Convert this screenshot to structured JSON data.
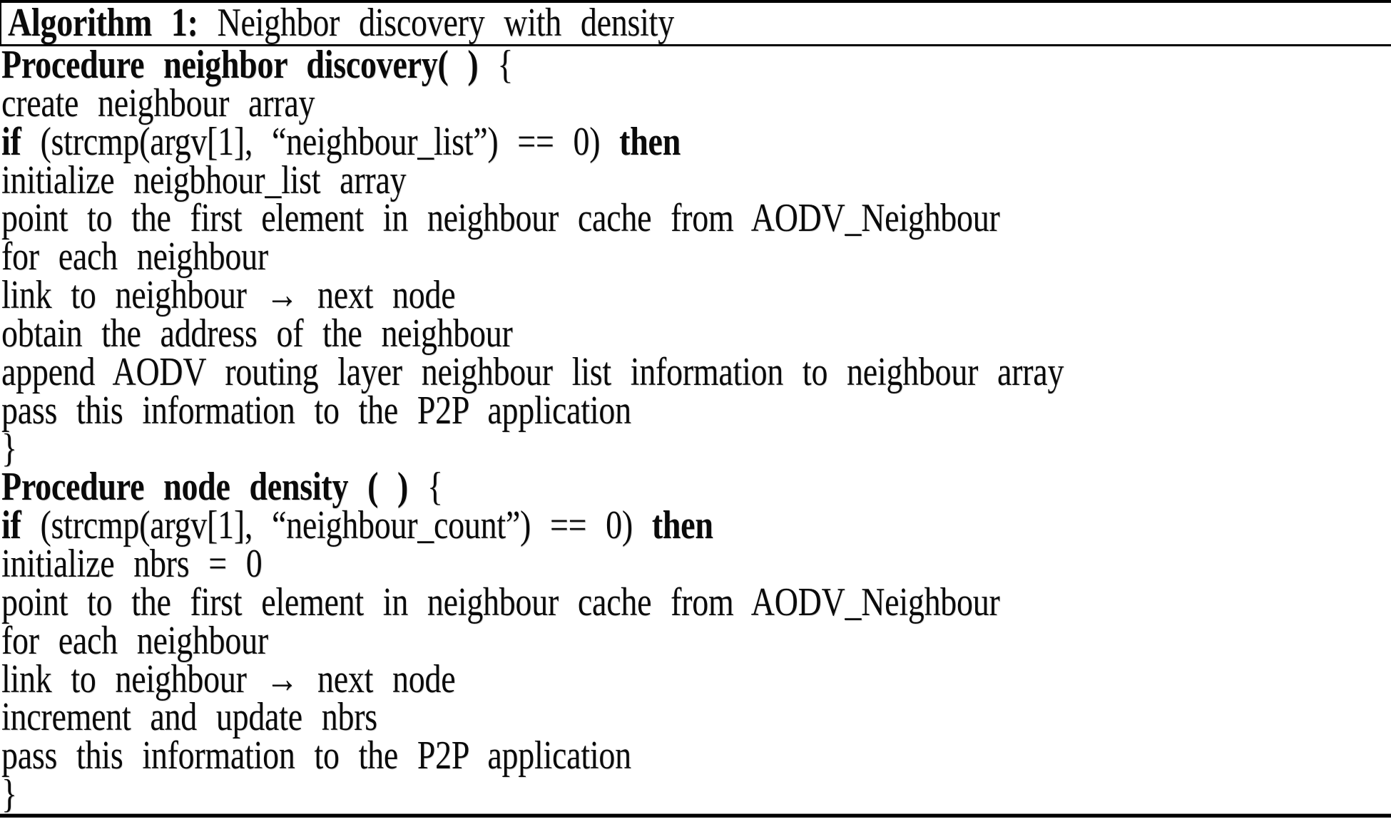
{
  "colors": {
    "text": "#0a0a0a",
    "background": "#ffffff",
    "rule": "#000000"
  },
  "algorithm": {
    "label": "Algorithm 1:",
    "title": "Neighbor discovery with density",
    "lines": [
      [
        {
          "t": "Procedure neighbor discovery( )",
          "b": true
        },
        {
          "t": " {",
          "b": false
        }
      ],
      [
        {
          "t": "create neighbour array",
          "b": false
        }
      ],
      [
        {
          "t": "if",
          "b": true
        },
        {
          "t": " (strcmp(argv[1], “neighbour_list”) == 0) ",
          "b": false
        },
        {
          "t": "then",
          "b": true
        }
      ],
      [
        {
          "t": "initialize neigbhour_list array",
          "b": false
        }
      ],
      [
        {
          "t": "point to the first element in neighbour cache from AODV_Neighbour",
          "b": false
        }
      ],
      [
        {
          "t": "for each neighbour",
          "b": false
        }
      ],
      [
        {
          "t": "link to neighbour → next node",
          "b": false
        }
      ],
      [
        {
          "t": "obtain the address of the neighbour",
          "b": false
        }
      ],
      [
        {
          "t": "append AODV routing layer neighbour list information to neighbour array",
          "b": false
        }
      ],
      [
        {
          "t": "pass this information to the P2P application",
          "b": false
        }
      ],
      [
        {
          "t": "}",
          "b": false
        }
      ],
      [
        {
          "t": "Procedure node density ( )",
          "b": true
        },
        {
          "t": " {",
          "b": false
        }
      ],
      [
        {
          "t": "if",
          "b": true
        },
        {
          "t": " (strcmp(argv[1], “neighbour_count”) == 0) ",
          "b": false
        },
        {
          "t": "then",
          "b": true
        }
      ],
      [
        {
          "t": "initialize nbrs = 0",
          "b": false
        }
      ],
      [
        {
          "t": "point to the first element in neighbour cache from AODV_Neighbour",
          "b": false
        }
      ],
      [
        {
          "t": "for each neighbour",
          "b": false
        }
      ],
      [
        {
          "t": "link to neighbour → next node",
          "b": false
        }
      ],
      [
        {
          "t": "increment and update nbrs",
          "b": false
        }
      ],
      [
        {
          "t": "pass this information to the P2P application",
          "b": false
        }
      ],
      [
        {
          "t": "}",
          "b": false
        }
      ]
    ]
  }
}
